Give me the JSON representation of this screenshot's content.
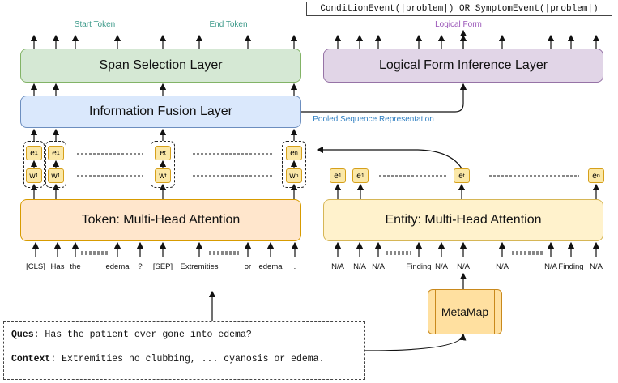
{
  "formula": "ConditionEvent(|problem|) OR SymptomEvent(|problem|)",
  "labels": {
    "start_token": "Start Token",
    "end_token": "End Token",
    "logical_form": "Logical Form",
    "pooled": "Pooled Sequence Representation"
  },
  "boxes": {
    "span": "Span Selection Layer",
    "lfi": "Logical Form Inference Layer",
    "fusion": "Information Fusion Layer",
    "token_mha": "Token: Multi-Head Attention",
    "entity_mha": "Entity: Multi-Head Attention",
    "metamap": "MetaMap"
  },
  "tokens": [
    "[CLS]",
    "Has",
    "the",
    "edema",
    "?",
    "[SEP]",
    "Extremities",
    "or",
    "edema",
    "."
  ],
  "entities": [
    "N/A",
    "N/A",
    "N/A",
    "Finding",
    "N/A",
    "N/A",
    "N/A",
    "N/A",
    "Finding",
    "N/A"
  ],
  "chips": {
    "e1": "e",
    "w1": "w",
    "et": "e",
    "wt": "w",
    "en": "e",
    "wn": "w",
    "sub1": "1",
    "subt": "t",
    "subn": "n"
  },
  "input": {
    "ques_label": "Ques",
    "ques_text": "Has the patient ever gone into edema?",
    "context_label": "Context",
    "context_text": "Extremities no clubbing, ... cyanosis or edema."
  },
  "colors": {
    "span_fill": "#d5e8d4",
    "span_border": "#82b366",
    "lfi_fill": "#e1d5e7",
    "lfi_border": "#9673a6",
    "fusion_fill": "#dae8fc",
    "fusion_border": "#6c8ebf",
    "token_fill": "#ffe6cc",
    "token_border": "#d79b00",
    "entity_fill": "#fff2cc",
    "entity_border": "#d6b656",
    "metamap_fill": "#ffe0a0",
    "metamap_border": "#c9891c",
    "teal": "#3d9a8a",
    "purple": "#9a56b8",
    "blue": "#2f7fc2"
  }
}
